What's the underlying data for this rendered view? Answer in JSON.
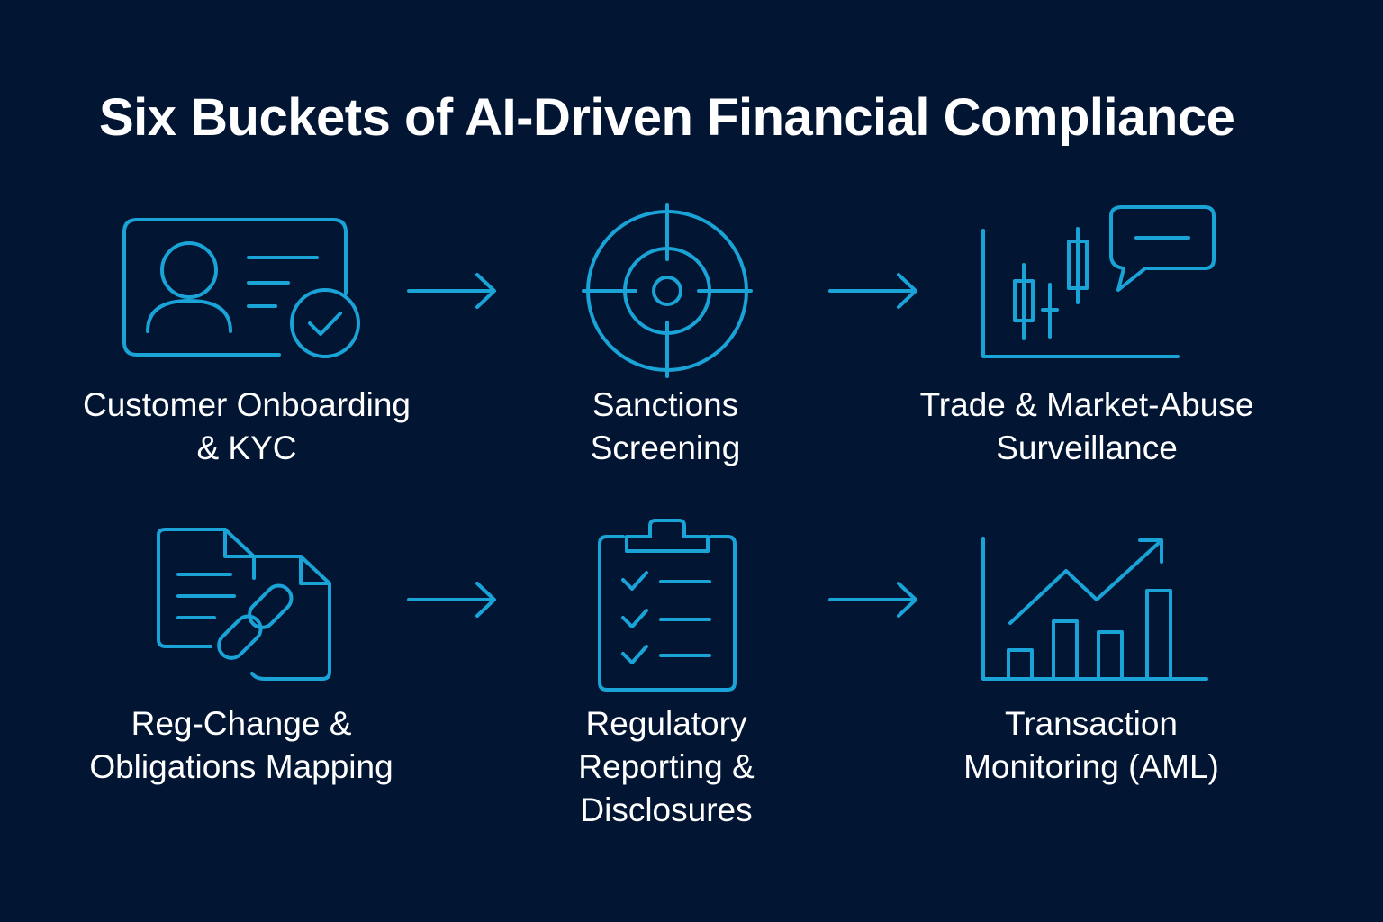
{
  "title": "Six Buckets of AI-Driven Financial Compliance",
  "accent_color": "#1aa3d6",
  "background_color": "#021533",
  "buckets": [
    {
      "icon": "id-card-check-icon",
      "lines": [
        "Customer Onboarding",
        "& KYC"
      ]
    },
    {
      "icon": "target-crosshair-icon",
      "lines": [
        "Sanctions",
        "Screening"
      ]
    },
    {
      "icon": "candlestick-chat-icon",
      "lines": [
        "Trade & Market-Abuse",
        "Surveillance"
      ]
    },
    {
      "icon": "documents-link-icon",
      "lines": [
        "Reg-Change &",
        "Obligations Mapping"
      ]
    },
    {
      "icon": "clipboard-checklist-icon",
      "lines": [
        "Regulatory",
        "Reporting &",
        "Disclosures"
      ]
    },
    {
      "icon": "bar-chart-trend-icon",
      "lines": [
        "Transaction",
        "Monitoring (AML)"
      ]
    }
  ]
}
